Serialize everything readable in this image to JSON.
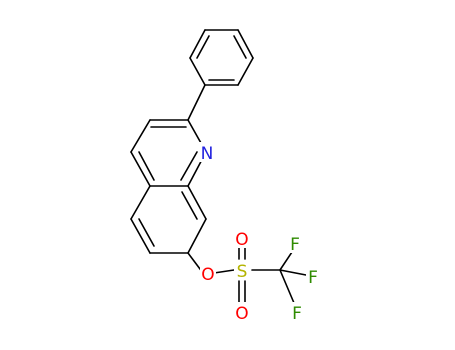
{
  "molecule": {
    "atoms": [
      {
        "id": "N1",
        "symbol": "N",
        "color": "#1f1fdf"
      },
      {
        "id": "O_ester",
        "symbol": "O",
        "color": "#ff0000"
      },
      {
        "id": "S",
        "symbol": "S",
        "color": "#b3b300"
      },
      {
        "id": "O_upper",
        "symbol": "O",
        "color": "#ff0000"
      },
      {
        "id": "O_lower",
        "symbol": "O",
        "color": "#ff0000"
      },
      {
        "id": "F_top",
        "symbol": "F",
        "color": "#2e8b00"
      },
      {
        "id": "F_right",
        "symbol": "F",
        "color": "#2e8b00"
      },
      {
        "id": "F_bottom",
        "symbol": "F",
        "color": "#2e8b00"
      }
    ],
    "bond_color": "#000000"
  }
}
